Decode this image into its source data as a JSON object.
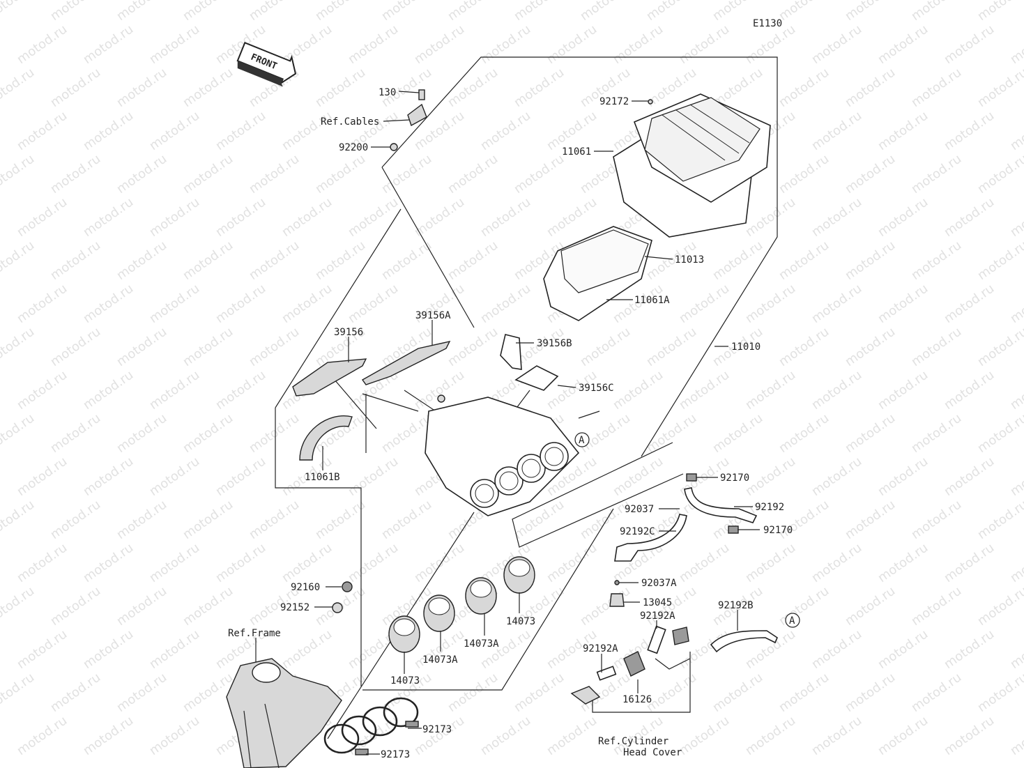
{
  "diagram_code": "E1130",
  "front_label": "FRONT",
  "watermark": "motod.ru",
  "labels": {
    "p130": "130",
    "ref_cables": "Ref.Cables",
    "p92200": "92200",
    "p92172": "92172",
    "p11061": "11061",
    "p11013": "11013",
    "p11061A": "11061A",
    "p11010": "11010",
    "p39156": "39156",
    "p39156A": "39156A",
    "p39156B": "39156B",
    "p39156C": "39156C",
    "p11061B": "11061B",
    "marker_a1": "A",
    "p92170_a": "92170",
    "p92192": "92192",
    "p92037": "92037",
    "p92170_b": "92170",
    "p92192C": "92192C",
    "p92037A": "92037A",
    "p13045": "13045",
    "p92192A_a": "92192A",
    "p92192B": "92192B",
    "marker_a2": "A",
    "p92192A_b": "92192A",
    "p16126": "16126",
    "ref_cyl_1": "Ref.Cylinder",
    "ref_cyl_2": "Head Cover",
    "p92160": "92160",
    "p92152": "92152",
    "ref_frame": "Ref.Frame",
    "p14073_a": "14073",
    "p14073A_a": "14073A",
    "p14073A_b": "14073A",
    "p14073_b": "14073",
    "p92173_a": "92173",
    "p92173_b": "92173"
  }
}
